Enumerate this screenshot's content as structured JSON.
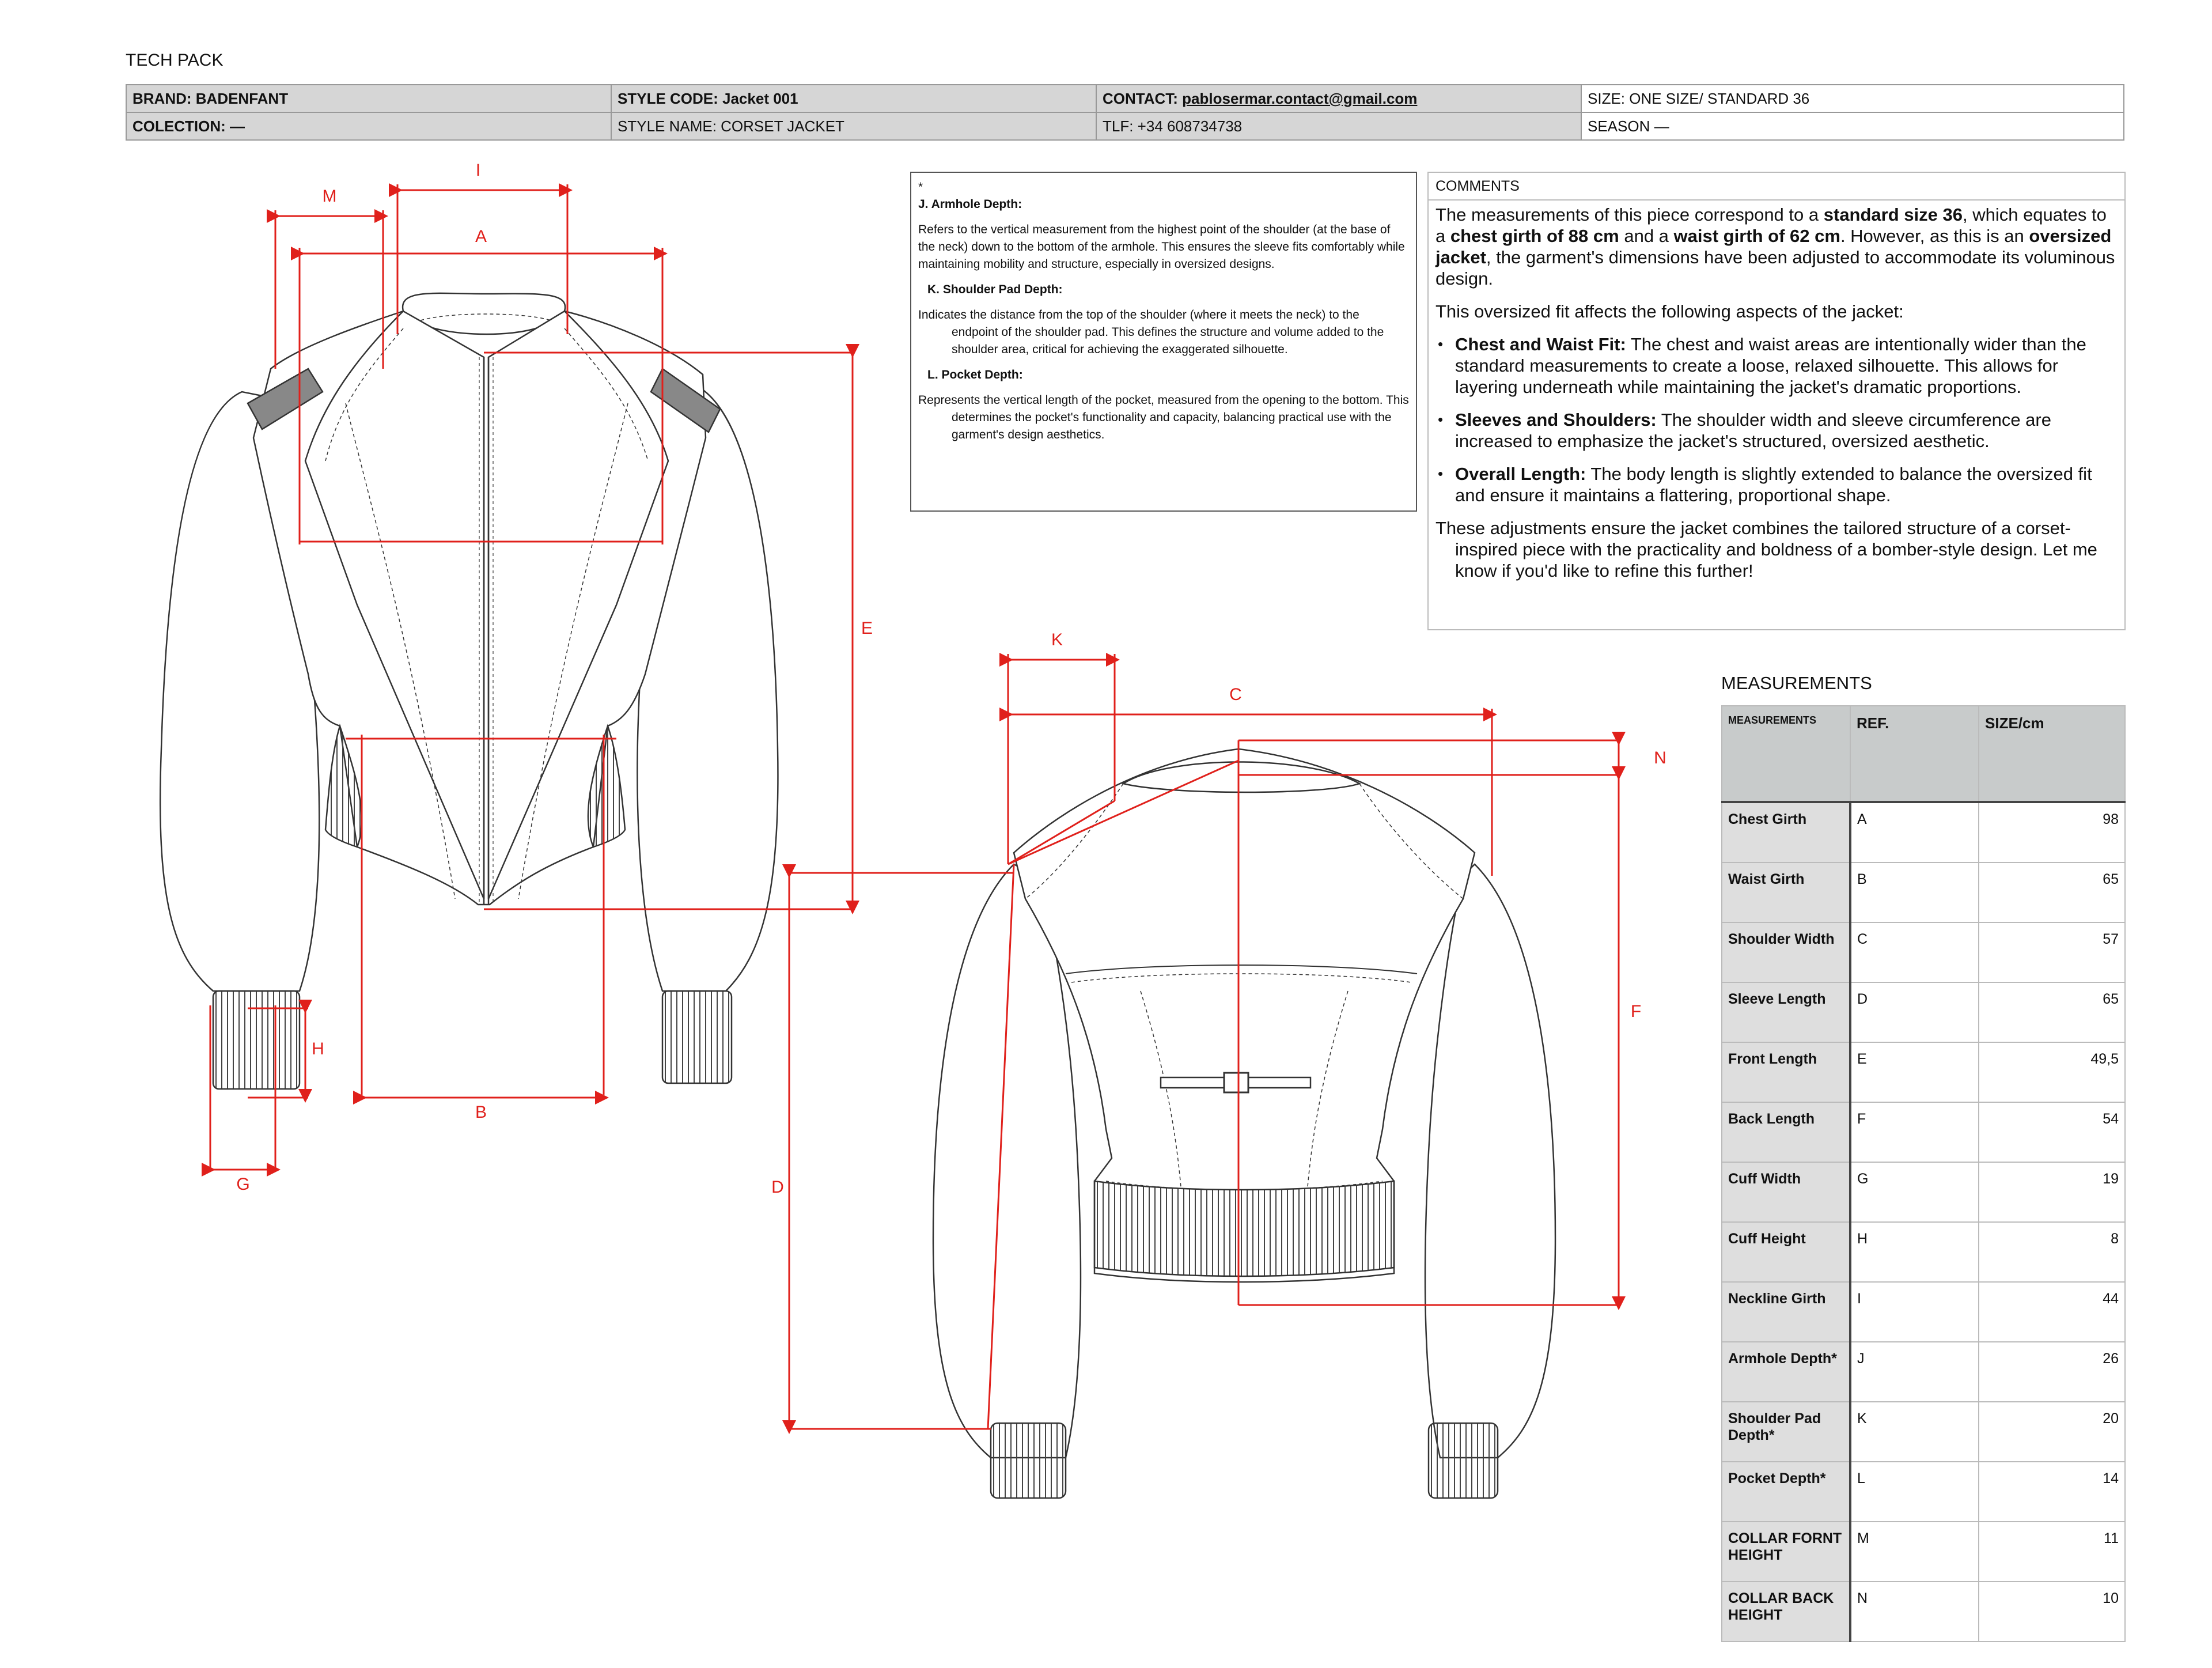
{
  "title": "TECH PACK",
  "header": {
    "brand": "BRAND: BADENFANT",
    "style_code": "STYLE CODE: Jacket 001",
    "contact_label": "CONTACT: ",
    "contact_email": "pablosermar.contact@gmail.com",
    "size": "SIZE: ONE SIZE/ STANDARD 36",
    "collection": "COLECTION: —",
    "style_name": "STYLE NAME: CORSET JACKET",
    "phone": "TLF: +34 608734738",
    "season": "SEASON —"
  },
  "definitions": {
    "asterisk": "*",
    "j_title": "J.  Armhole Depth:",
    "j_text": "Refers to the vertical measurement from the highest point of the shoulder (at the base of the neck) down to the bottom of the armhole. This ensures the sleeve fits comfortably while maintaining mobility and structure, especially in oversized designs.",
    "k_title": "K.  Shoulder Pad Depth:",
    "k_text": "Indicates the distance from the top of the shoulder (where it meets the neck) to the endpoint of the shoulder pad. This defines the structure and volume added to the shoulder area, critical for achieving the exaggerated silhouette.",
    "l_title": "L.  Pocket Depth:",
    "l_text": "Represents the vertical length of the pocket, measured from the opening to the bottom. This determines the pocket's functionality and capacity, balancing practical use with the garment's design aesthetics."
  },
  "comments": {
    "header": "COMMENTS",
    "p1_a": "The measurements of this piece correspond to a ",
    "p1_b": "standard size 36",
    "p1_c": ", which equates to a ",
    "p1_d": "chest girth of 88 cm",
    "p1_e": " and a ",
    "p1_f": "waist girth of 62 cm",
    "p1_g": ". However, as this is an ",
    "p1_h": "oversized jacket",
    "p1_i": ", the garment's dimensions have been adjusted to accommodate its voluminous design.",
    "p2": "This oversized fit affects the following aspects of the jacket:",
    "b1_title": "Chest and Waist Fit:",
    "b1_text": " The chest and waist areas are intentionally wider than the standard measurements to create a loose, relaxed silhouette. This allows for layering underneath while maintaining the jacket's dramatic proportions.",
    "b2_title": "Sleeves and Shoulders:",
    "b2_text": " The shoulder width and sleeve circumference are increased to emphasize the jacket's structured, oversized aesthetic.",
    "b3_title": "Overall Length:",
    "b3_text": " The body length is slightly extended to balance the oversized fit and ensure it maintains a flattering, proportional shape.",
    "p3": "These adjustments ensure the jacket combines the tailored structure of a corset-inspired piece with the practicality and boldness of a bomber-style design. Let me know if you'd like to refine this further!"
  },
  "measurements": {
    "title": "MEASUREMENTS",
    "col_name": "MEASUREMENTS",
    "col_ref": "REF.",
    "col_size": "SIZE/cm",
    "rows": [
      {
        "name": "Chest Girth",
        "ref": "A",
        "value": "98"
      },
      {
        "name": "Waist Girth",
        "ref": "B",
        "value": "65"
      },
      {
        "name": "Shoulder Width",
        "ref": "C",
        "value": "57"
      },
      {
        "name": "Sleeve Length",
        "ref": "D",
        "value": "65"
      },
      {
        "name": "Front Length",
        "ref": "E",
        "value": "49,5"
      },
      {
        "name": "Back Length",
        "ref": "F",
        "value": "54"
      },
      {
        "name": "Cuff Width",
        "ref": "G",
        "value": "19"
      },
      {
        "name": "Cuff Height",
        "ref": "H",
        "value": "8"
      },
      {
        "name": "Neckline Girth",
        "ref": "I",
        "value": "44"
      },
      {
        "name": "Armhole Depth*",
        "ref": "J",
        "value": "26"
      },
      {
        "name": "Shoulder Pad Depth*",
        "ref": "K",
        "value": "20"
      },
      {
        "name": "Pocket Depth*",
        "ref": "L",
        "value": "14"
      },
      {
        "name": "COLLAR FORNT HEIGHT",
        "ref": "M",
        "value": "11"
      },
      {
        "name": "COLLAR BACK HEIGHT",
        "ref": "N",
        "value": "10"
      }
    ]
  },
  "diagram_labels": {
    "A": "A",
    "B": "B",
    "C": "C",
    "D": "D",
    "E": "E",
    "F": "F",
    "G": "G",
    "H": "H",
    "I": "I",
    "K": "K",
    "M": "M",
    "N": "N"
  },
  "colors": {
    "dimension": "#e0201b",
    "header_gray": "#d6d6d6",
    "line": "#333333"
  }
}
